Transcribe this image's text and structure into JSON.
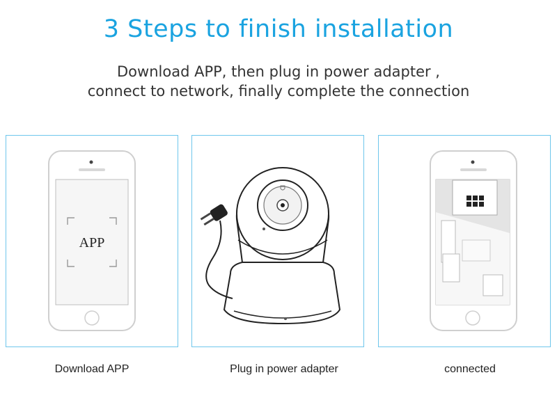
{
  "header": {
    "title": "3 Steps to finish installation",
    "subtitle_line1": "Download APP, then plug in power adapter ,",
    "subtitle_line2": "connect to network, finally complete the connection"
  },
  "steps": [
    {
      "caption": "Download APP",
      "screen_label": "APP",
      "image": "smartphone-with-app-screen"
    },
    {
      "caption": "Plug in power adapter",
      "image": "ip-camera-with-power-plug"
    },
    {
      "caption": "connected",
      "image": "smartphone-showing-live-camera-view"
    }
  ],
  "colors": {
    "accent": "#1aa3e0",
    "panel_border": "#6ec6ec",
    "text": "#333333"
  }
}
